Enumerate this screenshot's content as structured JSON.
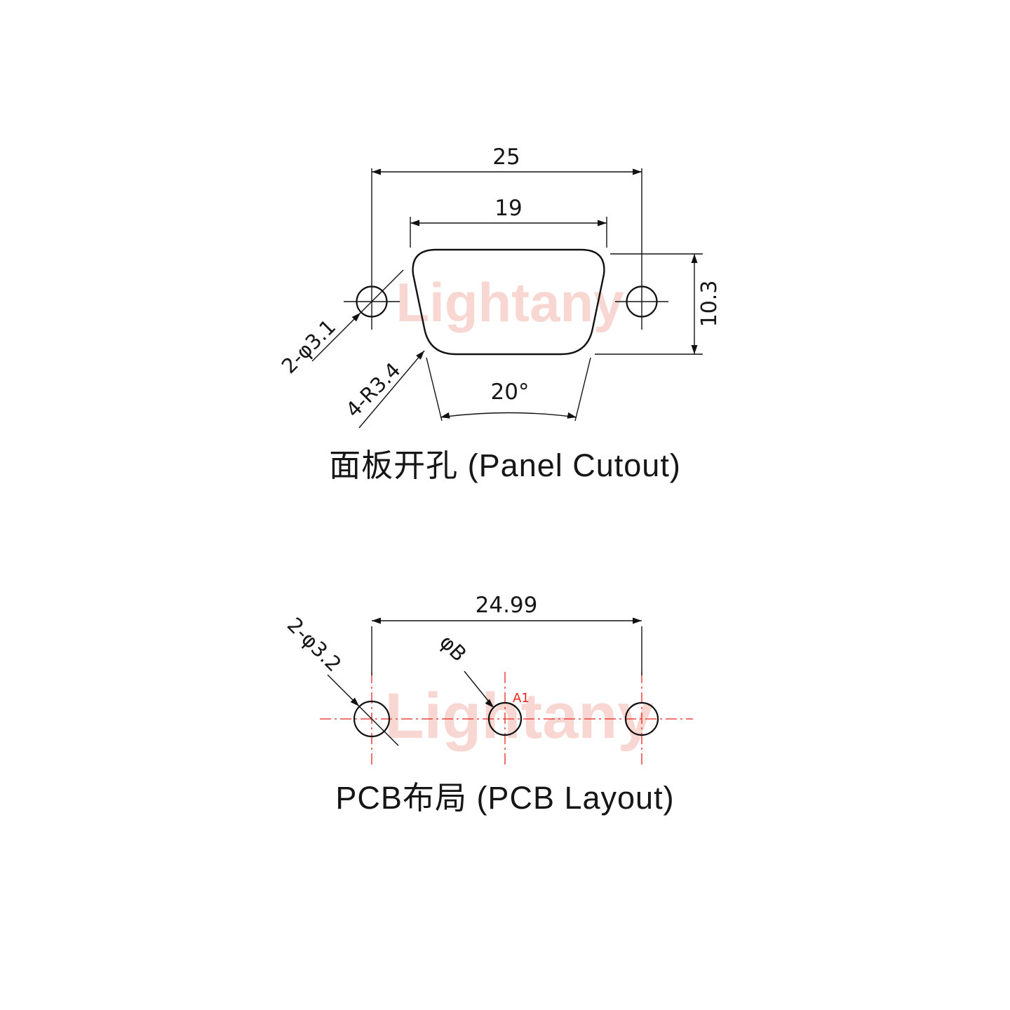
{
  "watermark": {
    "text": "Lightany"
  },
  "colors": {
    "line": "#121212",
    "accent_red": "#e8251d",
    "watermark_pink": "#f7cdc6"
  },
  "panel_cutout": {
    "title": "面板开孔 (Panel Cutout)",
    "dim_outer_width": "25",
    "dim_inner_width": "19",
    "dim_height": "10.3",
    "label_mount_holes": "2-φ3.1",
    "label_corner_radius": "4-R3.4",
    "label_angle": "20°"
  },
  "pcb_layout": {
    "title": "PCB布局 (PCB Layout)",
    "dim_pitch": "24.99",
    "label_mount_holes": "2-φ3.2",
    "label_power_hole": "φB",
    "label_pin": "A1"
  }
}
